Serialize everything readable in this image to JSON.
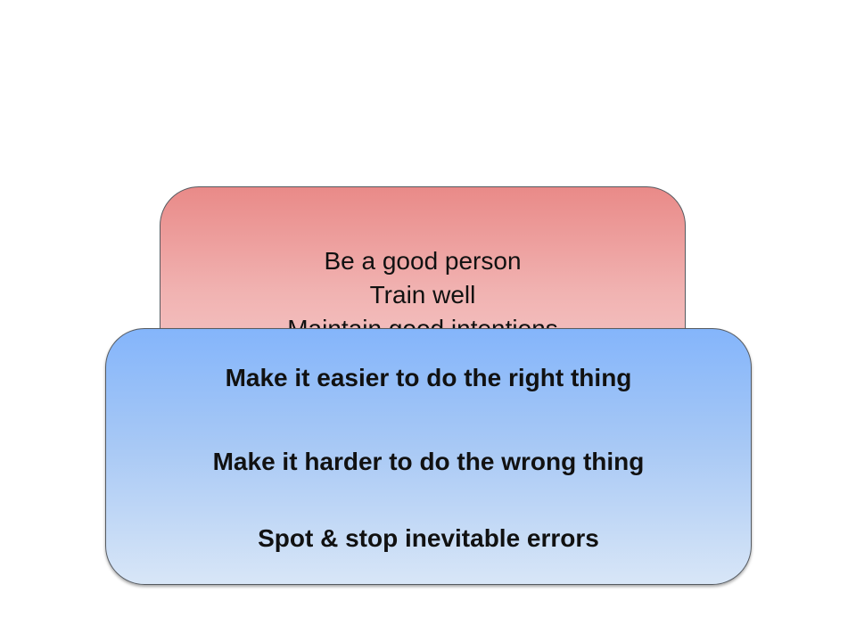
{
  "back_card": {
    "lines": [
      "Be a good person",
      "Train well",
      "Maintain good intentions"
    ]
  },
  "front_card": {
    "lines": [
      "Make it easier to do the right thing",
      "Make it harder to do the wrong thing",
      "Spot & stop inevitable errors"
    ]
  },
  "colors": {
    "back_card_top": "#e98a88",
    "back_card_bottom": "#f8dada",
    "front_card_top": "#84b5fb",
    "front_card_bottom": "#d8e6f7"
  }
}
